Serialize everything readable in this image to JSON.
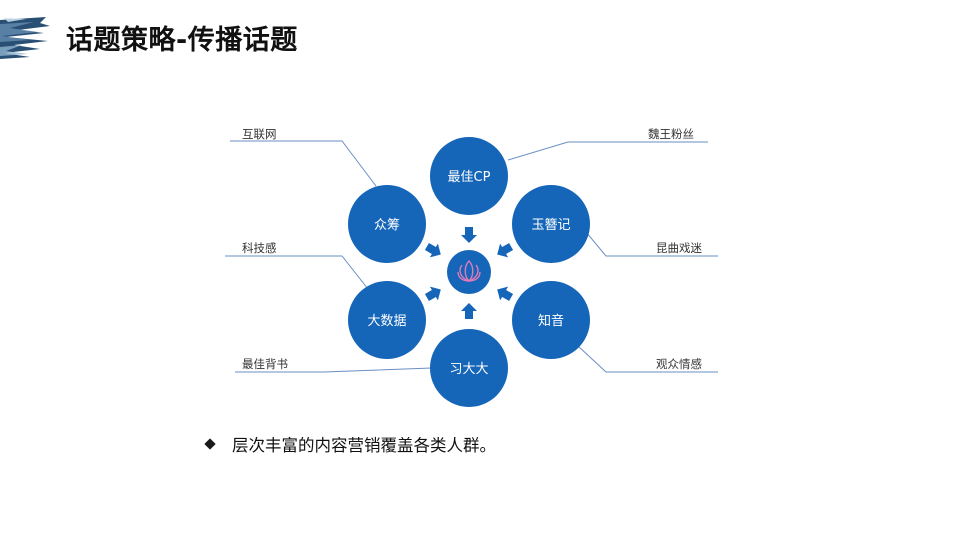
{
  "slide": {
    "title": "话题策略-传播话题"
  },
  "colors": {
    "circle_blue": "#1565b8",
    "connector_line": "#6a8fc4",
    "center_icon": "#c4579a"
  },
  "diagram": {
    "center_icon": "lotus-icon",
    "circles": [
      {
        "id": "top",
        "label": "最佳CP"
      },
      {
        "id": "upper-right",
        "label": "玉簪记"
      },
      {
        "id": "lower-right",
        "label": "知音"
      },
      {
        "id": "bottom",
        "label": "习大大"
      },
      {
        "id": "lower-left",
        "label": "大数据"
      },
      {
        "id": "upper-left",
        "label": "众筹"
      }
    ],
    "tags": [
      {
        "id": "internet",
        "label": "互联网"
      },
      {
        "id": "wei-fans",
        "label": "魏王粉丝"
      },
      {
        "id": "tech",
        "label": "科技感"
      },
      {
        "id": "kunqu",
        "label": "昆曲戏迷"
      },
      {
        "id": "best-backing",
        "label": "最佳背书"
      },
      {
        "id": "audience",
        "label": "观众情感"
      }
    ]
  },
  "bullets": [
    {
      "text": "层次丰富的内容营销覆盖各类人群。"
    }
  ]
}
